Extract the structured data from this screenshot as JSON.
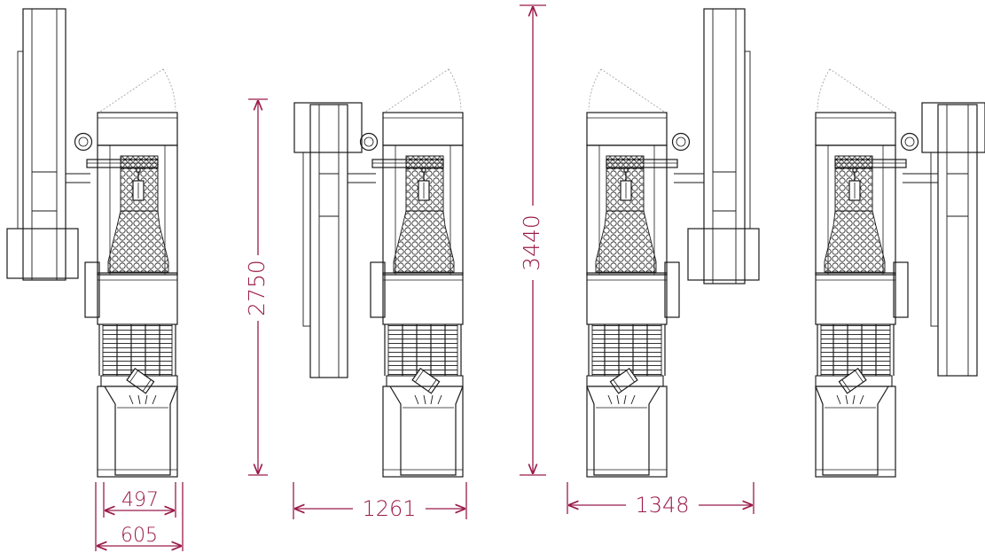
{
  "colors": {
    "line": "#1a1a1a",
    "dimension": "#9b1b4a",
    "dashed": "#9a9a9a",
    "background": "#ffffff"
  },
  "dimensions": {
    "height_short": "2750",
    "height_tall": "3440",
    "width_inner": "497",
    "width_outer": "605",
    "width_unit_b": "1261",
    "width_unit_c": "1348"
  },
  "machines": [
    {
      "name": "machine-a",
      "elevator_side": "left"
    },
    {
      "name": "machine-b",
      "elevator_side": "left"
    },
    {
      "name": "machine-c",
      "elevator_side": "right"
    },
    {
      "name": "machine-d",
      "elevator_side": "right"
    }
  ]
}
